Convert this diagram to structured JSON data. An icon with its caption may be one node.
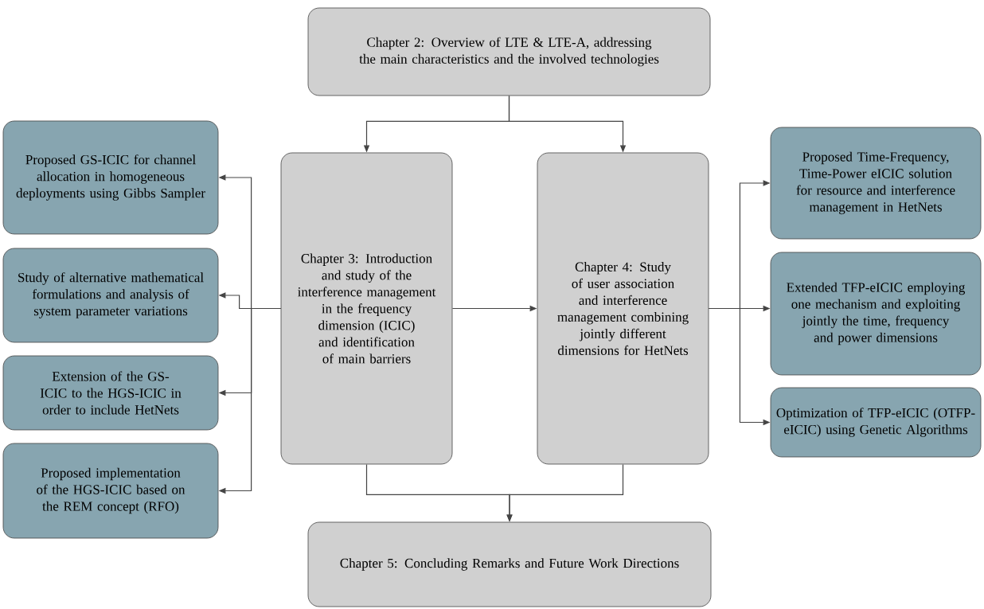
{
  "diagram": {
    "nodes": [
      {
        "text": [
          "Chapter 2: Overview of LTE & LTE-A, addressing the main characteristics and the involved technologies"
        ]
      },
      {
        "text": [
          "Chapter 3: Introduction and study of the interference management in the frequency dimension (ICIC) and identification of main barriers"
        ]
      },
      {
        "text": [
          "Chapter 4: Study of user association and interference management combining jointly different dimensions for HetNets"
        ]
      },
      {
        "text": [
          "Chapter 5: Concluding Remarks and Future Work Directions"
        ]
      },
      {
        "text": [
          "Proposed GS-ICIC for channel allocation in homogeneous deployments using Gibbs Sampler"
        ]
      },
      {
        "text": [
          "Study of alternative mathematical formulations and analysis of system parameter variations"
        ]
      },
      {
        "text": [
          "Extension of the GS-ICIC to the HGS-ICIC in order to include HetNets"
        ]
      },
      {
        "text": [
          "Proposed implementation of the HGS-ICIC based on the REM concept (RFO)"
        ]
      },
      {
        "text": [
          "Proposed Time-Frequency, Time-Power eICIC solution for resource and interference management in HetNets"
        ]
      },
      {
        "text": [
          "Extended TFP-eICIC employing one mechanism and exploiting jointly the time, frequency and power dimensions"
        ]
      },
      {
        "text": [
          "Optimization of TFP-eICIC (OTFP-eICIC) using Genetic Algorithms"
        ]
      }
    ],
    "edges": [
      {
        "from": 0,
        "to": 1,
        "arrow": "to"
      },
      {
        "from": 0,
        "to": 2,
        "arrow": "to"
      },
      {
        "from": 1,
        "to": 4,
        "arrow": "to"
      },
      {
        "from": 1,
        "to": 5,
        "arrow": "to"
      },
      {
        "from": 1,
        "to": 6,
        "arrow": "to"
      },
      {
        "from": 1,
        "to": 7,
        "arrow": "to"
      },
      {
        "from": 1,
        "to": 2,
        "arrow": "to"
      },
      {
        "from": 2,
        "to": 8,
        "arrow": "to"
      },
      {
        "from": 2,
        "to": 9,
        "arrow": "to"
      },
      {
        "from": 2,
        "to": 10,
        "arrow": "to"
      },
      {
        "from": 1,
        "to": 3,
        "arrow": "to"
      },
      {
        "from": 2,
        "to": 3,
        "arrow": "to"
      }
    ]
  }
}
